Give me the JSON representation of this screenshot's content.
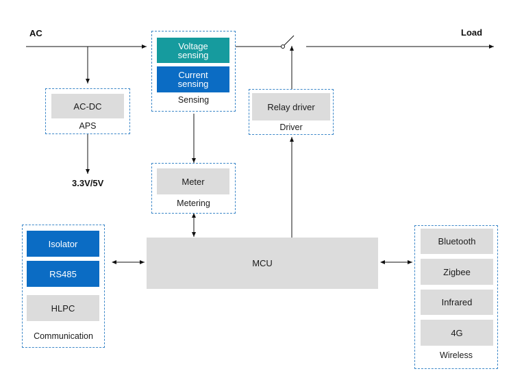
{
  "terminals": {
    "ac": "AC",
    "load": "Load",
    "supply": "3.3V/5V"
  },
  "sensing": {
    "voltage": "Voltage\nsensing",
    "current": "Current\nsensing",
    "caption": "Sensing"
  },
  "aps": {
    "block": "AC-DC",
    "caption": "APS"
  },
  "driver": {
    "block": "Relay driver",
    "caption": "Driver"
  },
  "metering": {
    "block": "Meter",
    "caption": "Metering"
  },
  "mcu": {
    "label": "MCU"
  },
  "communication": {
    "blocks": [
      "Isolator",
      "RS485",
      "HLPC"
    ],
    "caption": "Communication"
  },
  "wireless": {
    "blocks": [
      "Bluetooth",
      "Zigbee",
      "Infrared",
      "4G"
    ],
    "caption": "Wireless"
  },
  "colors": {
    "border": "#3a86c8",
    "gray": "#dcdcdc",
    "teal": "#169b9e",
    "blue": "#0b6cc4"
  }
}
